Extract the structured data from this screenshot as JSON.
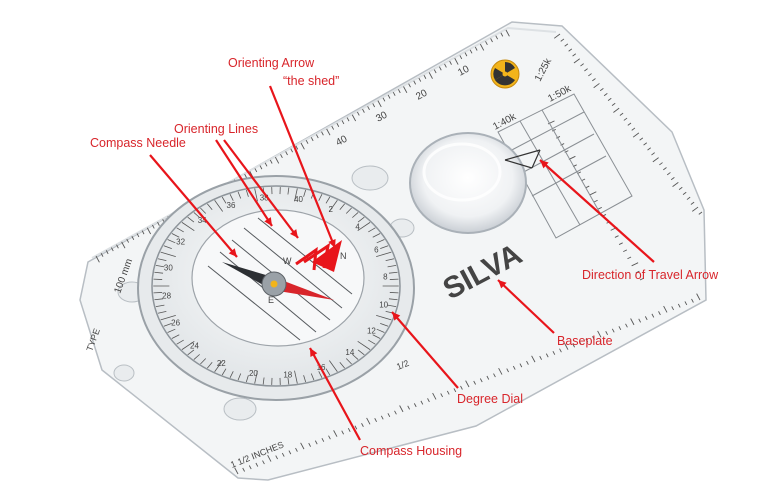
{
  "labels": {
    "orienting_arrow": "Orienting Arrow",
    "the_shed": "“the shed”",
    "orienting_lines": "Orienting Lines",
    "compass_needle": "Compass Needle",
    "direction_of_travel_arrow": "Direction of Travel Arrow",
    "baseplate": "Baseplate",
    "degree_dial": "Degree Dial",
    "compass_housing": "Compass Housing"
  },
  "baseplate_print": {
    "brand": "SILVA",
    "scale_1_25k": "1:25k",
    "scale_1_50k": "1:50k",
    "scale_1_40k": "1:40k",
    "mm_100": "100 mm",
    "inches": "1 1/2 INCHES",
    "ruler_numbers": [
      "10",
      "20",
      "30",
      "40"
    ],
    "ruler_half": "1/2",
    "type": "TYPE"
  },
  "dial_numbers": [
    "2",
    "4",
    "6",
    "8",
    "10",
    "12",
    "14",
    "16",
    "18",
    "20",
    "22",
    "24",
    "26",
    "28",
    "30",
    "32",
    "34",
    "36",
    "38",
    "40"
  ],
  "housing_letters": {
    "n": "N",
    "e": "E",
    "w": "W"
  },
  "colors": {
    "label": "#d8252b",
    "arrow": "#e8151b",
    "needle_red": "#d8252b",
    "radiation": "#f2b41b"
  }
}
